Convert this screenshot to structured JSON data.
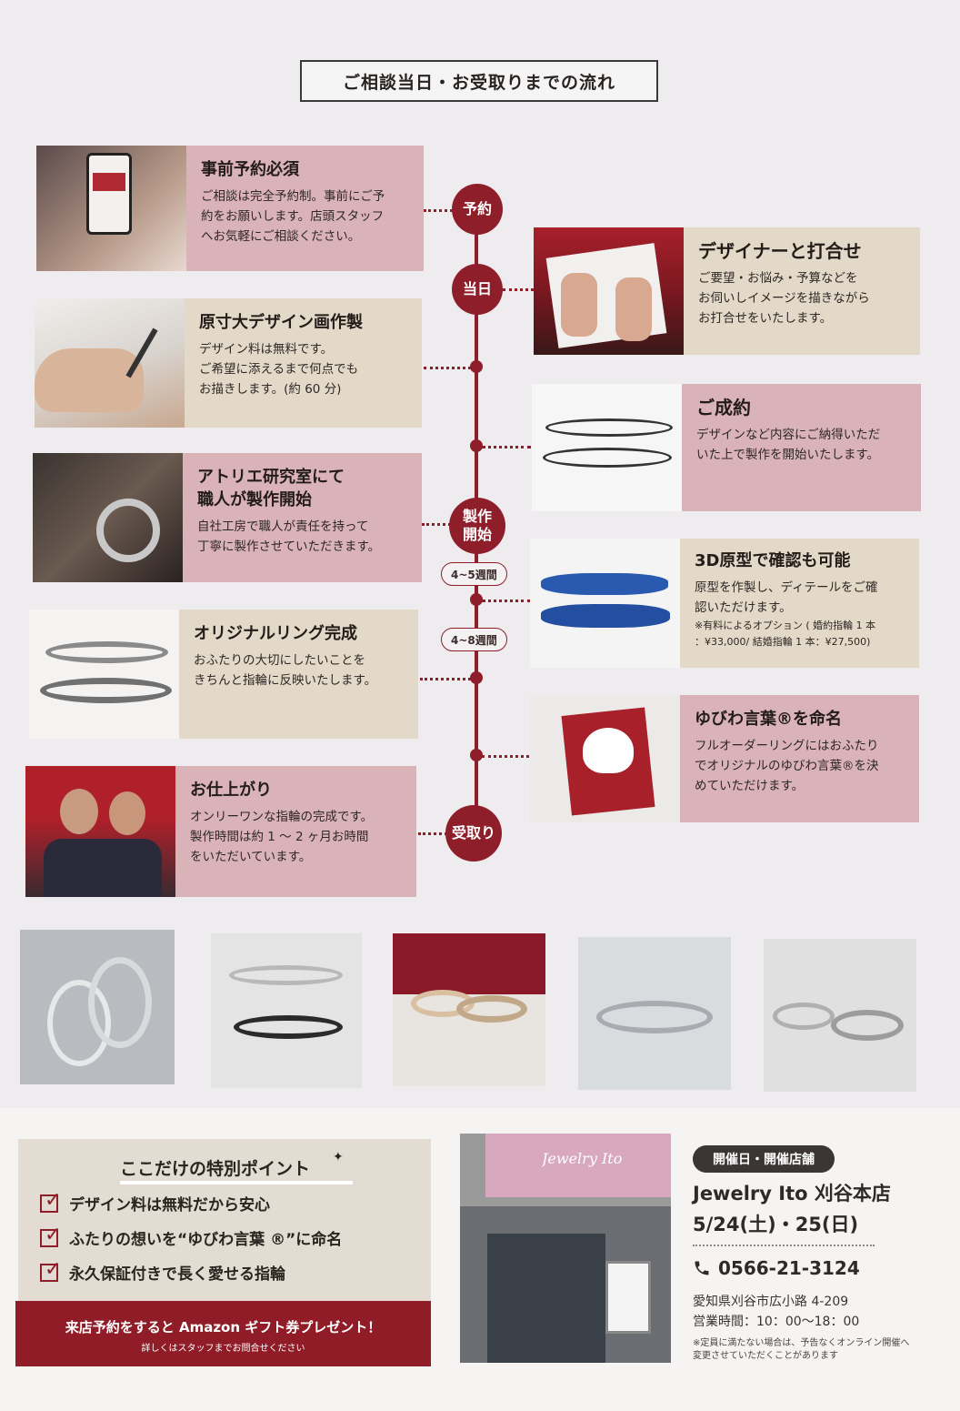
{
  "page_title": "ご相談当日・お受取りまでの流れ",
  "steps_left": [
    {
      "title": "事前予約必須",
      "text": "ご相談は完全予約制。事前にご予\n約をお願いします。店頭スタッフ\nへお気軽にご相談ください。"
    },
    {
      "title": "原寸大デザイン画作製",
      "text": "デザイン料は無料です。\nご希望に添えるまで何点でも\nお描きします。(約 60 分)"
    },
    {
      "title": "アトリエ研究室にて\n職人が製作開始",
      "text": "自社工房で職人が責任を持って\n丁寧に製作させていただきます。"
    },
    {
      "title": "オリジナルリング完成",
      "text": "おふたりの大切にしたいことを\nきちんと指輪に反映いたします。"
    },
    {
      "title": "お仕上がり",
      "text": "オンリーワンな指輪の完成です。\n製作時間は約 1 ～ 2 ヶ月お時間\nをいただいています。"
    }
  ],
  "steps_right": [
    {
      "title": "デザイナーと打合せ",
      "text": "ご要望・お悩み・予算などを\nお伺いしイメージを描きながら\nお打合せをいたします。"
    },
    {
      "title": "ご成約",
      "text": "デザインなど内容にご納得いただ\nいた上で製作を開始いたします。"
    },
    {
      "title": "3D原型で確認も可能",
      "text": "原型を作製し、ディテールをご確\n認いただけます。",
      "note": "※有料によるオプション ( 婚約指輪 1 本\n：¥33,000/ 結婚指輪 1 本：¥27,500)"
    },
    {
      "title": "ゆびわ言葉®を命名",
      "text": "フルオーダーリングにはおふたり\nでオリジナルのゆびわ言葉®を決\nめていただけます。"
    }
  ],
  "timeline": {
    "reserve": "予約",
    "same_day": "当日",
    "production_start": "製作\n開始",
    "weeks_1": "4~5週間",
    "weeks_2": "4~8週間",
    "pickup": "受取り"
  },
  "special": {
    "heading": "ここだけの特別ポイント",
    "points": [
      "デザイン料は無料だから安心",
      "ふたりの想いを“ゆびわ言葉 ®”に命名",
      "永久保証付きで長く愛せる指輪"
    ],
    "promo_line1": "来店予約をすると Amazon ギフト券プレゼント！",
    "promo_line2": "詳しくはスタッフまでお問合せください"
  },
  "store_sign": "Jewelry Ito",
  "event": {
    "badge": "開催日・開催店舗",
    "store": "Jewelry Ito 刈谷本店",
    "dates": "5/24(土)・25(日)",
    "phone": "0566-21-3124",
    "address": "愛知県刈谷市広小路 4-209",
    "hours": "営業時間：10：00～18：00",
    "note": "※定員に満たない場合は、予告なくオンライン開催へ\n変更させていただくことがあります"
  },
  "icons": {
    "phone": "phone-icon",
    "check": "checkbox-icon",
    "sparkle": "sparkle-icon"
  }
}
